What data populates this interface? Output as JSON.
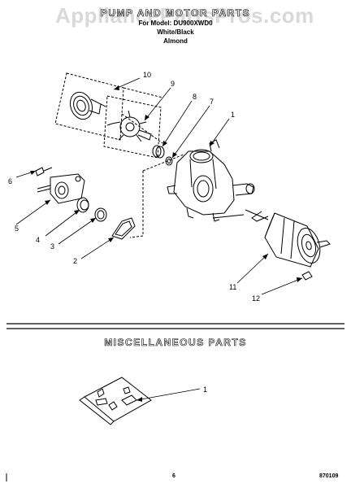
{
  "watermark": "AppliancePartsPros.com",
  "header": {
    "title": "PUMP AND MOTOR PARTS",
    "model_line": "For Model: DU900XWD0",
    "color_line_1": "White/Black",
    "color_line_2": "Almond"
  },
  "pump_section": {
    "callouts": [
      "10",
      "9",
      "8",
      "7",
      "1",
      "6",
      "5",
      "4",
      "3",
      "2",
      "11",
      "12"
    ]
  },
  "misc_section": {
    "title": "MISCELLANEOUS PARTS",
    "callouts": [
      "1"
    ]
  },
  "footer": {
    "page_number": "6",
    "doc_id": "870109"
  }
}
